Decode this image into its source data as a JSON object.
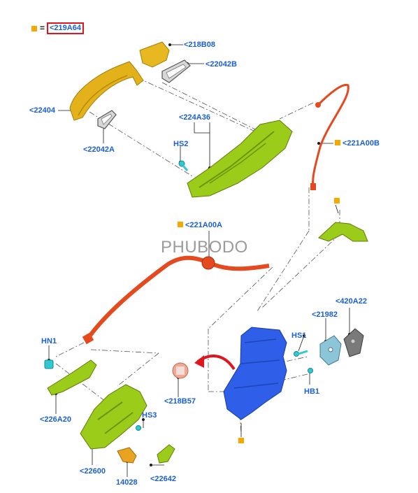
{
  "legend": {
    "equals": "=",
    "code": "<219A64"
  },
  "watermark": "PHUBODO",
  "labels": {
    "l218B08": "<218B08",
    "l22042B": "<22042B",
    "l22404": "<22404",
    "l22042A": "<22042A",
    "l224A36": "<224A36",
    "lHS2": "HS2",
    "l221A00B": "<221A00B",
    "l221A00A": "<221A00A",
    "l420A22": "<420A22",
    "l21982": "<21982",
    "lHS1": "HS1",
    "lHB1": "HB1",
    "lHN1": "HN1",
    "l226A20": "<226A20",
    "l218B57": "<218B57",
    "lHS3": "HS3",
    "l22600": "<22600",
    "l14028": "14028",
    "l22642": "<22642"
  },
  "colors": {
    "marker": "#f5a800",
    "label": "#1a5fd6",
    "handle": "#e3b11a",
    "bracket": "#9ccc1a",
    "cable": "#e54a1e",
    "latch": "#2f5fe8",
    "gray_part": "#8a8a8a",
    "clip": "#32c8d2",
    "highlight": "#e0161e"
  }
}
